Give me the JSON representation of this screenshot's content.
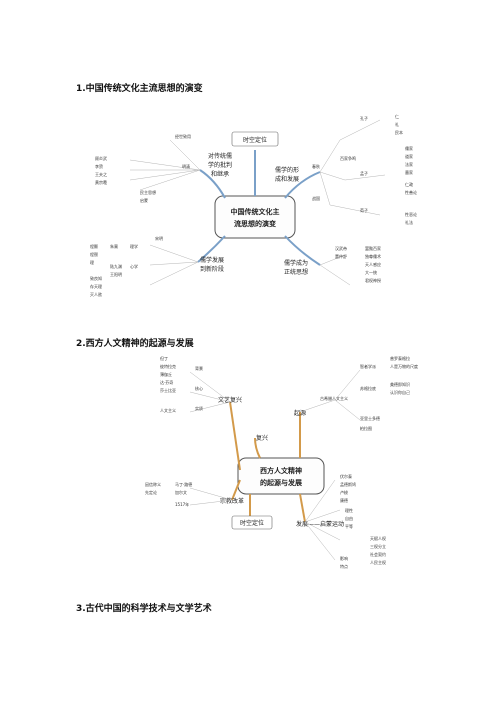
{
  "titles": {
    "t1": "1.中国传统文化主流思想的演变",
    "t2": "2.西方人文精神的起源与发展",
    "t3": "3.古代中国的科学技术与文学艺术"
  },
  "map1": {
    "center": [
      "中国传统文化主",
      "流思想的演变"
    ],
    "branches": {
      "b1": [
        "对传统儒",
        "学的批判",
        "和继承"
      ],
      "b2": [
        "儒学的形",
        "成和发展"
      ],
      "b3": [
        "儒学成为",
        "正统思想"
      ],
      "b4": [
        "儒学发展",
        "到新阶段"
      ],
      "b5": "时空定位"
    },
    "leaves": {
      "l1": "顾炎武",
      "l2": "李贽",
      "l3": "明清",
      "l4": "王夫之",
      "l5": "黄宗羲",
      "l6": "春秋",
      "l7": "战国",
      "l8": "孔子",
      "l9": "孟子",
      "l10": "荀子",
      "l11": "汉武帝",
      "l12": "董仲舒",
      "l13": "宋明",
      "l14": "理学",
      "l15": "心学",
      "l16": "朱熹",
      "l17": "陆九渊",
      "l18": "王阳明",
      "l19": "程颢",
      "l20": "程颐",
      "l21": "仁",
      "l22": "礼",
      "l23": "民本",
      "l24": "罢黜百家",
      "l25": "独尊儒术",
      "l26": "天人感应",
      "l27": "大一统",
      "l28": "君权神授",
      "l29": "理",
      "l30": "致良知",
      "l31": "存天理",
      "l32": "灭人欲",
      "l33": "百家争鸣",
      "l34": "儒家",
      "l35": "道家",
      "l36": "法家",
      "l37": "墨家",
      "l38": "仁政",
      "l39": "性善论",
      "l40": "性恶论",
      "l41": "礼法",
      "l42": "经世致用",
      "l43": "民主思想",
      "l44": "启蒙"
    }
  },
  "map2": {
    "center": [
      "西方人文精神",
      "的起源与发展"
    ],
    "branches": {
      "b1": "起源",
      "b2": "复兴",
      "b3": "文艺复兴",
      "b4": "宗教改革",
      "b5": "时空定位",
      "b6": "发展——启蒙运动"
    },
    "leaves": {
      "l1": "古希腊人文主义",
      "l2": "智者学派",
      "l3": "普罗泰格拉",
      "l4": "人是万物的尺度",
      "l5": "苏格拉底",
      "l6": "美德即知识",
      "l7": "认识你自己",
      "l8": "亚里士多德",
      "l9": "柏拉图",
      "l10": "背景",
      "l11": "核心",
      "l12": "实质",
      "l13": "但丁",
      "l14": "彼特拉克",
      "l15": "薄伽丘",
      "l16": "达·芬奇",
      "l17": "莎士比亚",
      "l18": "人文主义",
      "l19": "马丁·路德",
      "l20": "加尔文",
      "l21": "因信称义",
      "l22": "先定论",
      "l23": "1517年",
      "l24": "伏尔泰",
      "l25": "孟德斯鸠",
      "l26": "卢梭",
      "l27": "康德",
      "l28": "理性",
      "l29": "自由",
      "l30": "平等",
      "l31": "天赋人权",
      "l32": "三权分立",
      "l33": "社会契约",
      "l34": "人民主权",
      "l35": "影响",
      "l36": "特点"
    }
  }
}
